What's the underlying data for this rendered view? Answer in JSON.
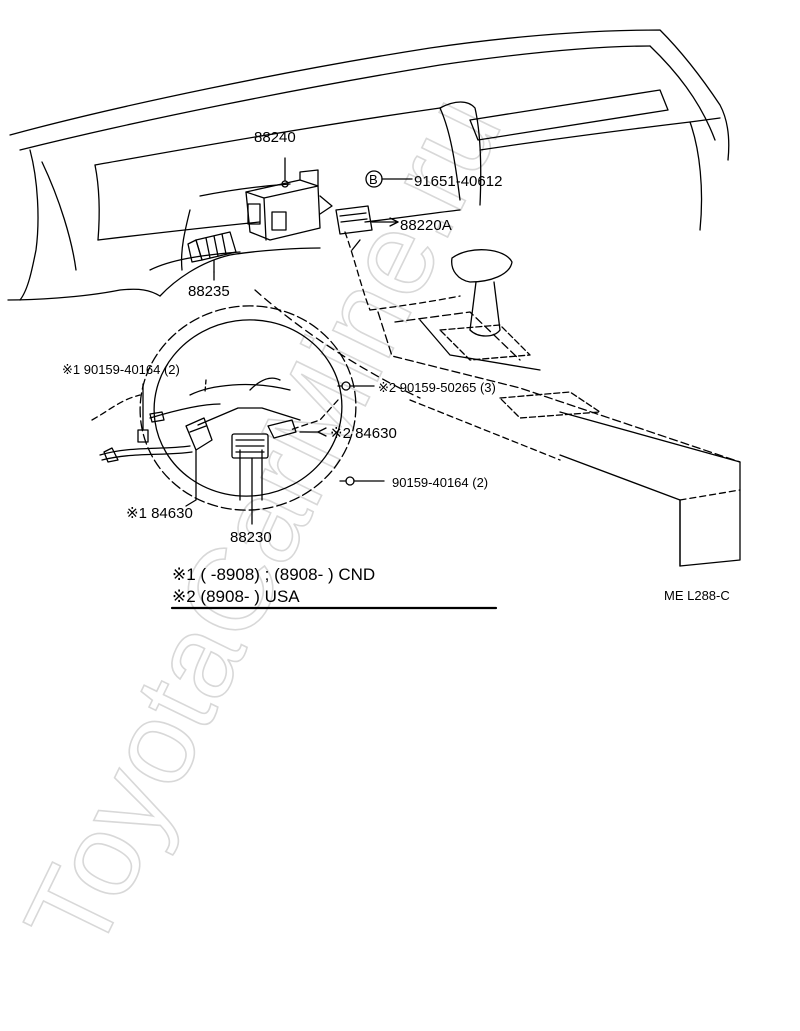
{
  "labels": {
    "p88240": "88240",
    "bolt_code": "B",
    "p91651": "91651-40612",
    "p88220a": "88220A",
    "p88235": "88235",
    "p90159_40164_left": "※1 90159-40164 (2)",
    "p90159_50265": "※2 90159-50265 (3)",
    "p84630_r": "※2 84630",
    "p90159_40164_right": "90159-40164 (2)",
    "p84630_l": "※1 84630",
    "p88230": "88230"
  },
  "notes": {
    "line1": "※1 (        -8908) ; (8908-          ) CND",
    "line2": "※2 (8908-          ) USA"
  },
  "diagram_code": "ME L288-C",
  "watermark": "ToyotaCarMine.ru"
}
